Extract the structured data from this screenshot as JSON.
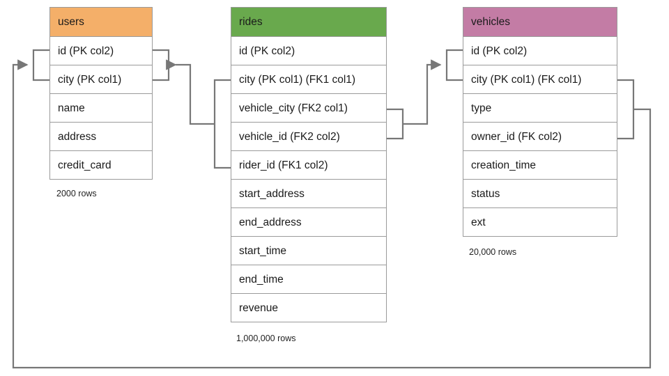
{
  "diagram": {
    "kind": "entity-relationship-diagram",
    "colors": {
      "users_header": "#f4af69",
      "rides_header": "#69a94d",
      "vehicles_header": "#c37ca5",
      "table_border": "#9a9a9a",
      "connector": "#777777",
      "text": "#1a1a1a",
      "background": "#ffffff"
    },
    "tables": [
      {
        "id": "users",
        "title": "users",
        "header_color": "#f4af69",
        "row_count_label": "2000 rows",
        "columns": [
          {
            "label": "id (PK col2)"
          },
          {
            "label": "city (PK col1)"
          },
          {
            "label": "name"
          },
          {
            "label": "address"
          },
          {
            "label": "credit_card"
          }
        ]
      },
      {
        "id": "rides",
        "title": "rides",
        "header_color": "#69a94d",
        "row_count_label": "1,000,000 rows",
        "columns": [
          {
            "label": "id (PK col2)"
          },
          {
            "label": "city (PK col1) (FK1 col1)"
          },
          {
            "label": "vehicle_city (FK2 col1)"
          },
          {
            "label": "vehicle_id (FK2 col2)"
          },
          {
            "label": "rider_id (FK1 col2)"
          },
          {
            "label": "start_address"
          },
          {
            "label": "end_address"
          },
          {
            "label": "start_time"
          },
          {
            "label": "end_time"
          },
          {
            "label": "revenue"
          }
        ]
      },
      {
        "id": "vehicles",
        "title": "vehicles",
        "header_color": "#c37ca5",
        "row_count_label": "20,000 rows",
        "columns": [
          {
            "label": "id (PK col2)"
          },
          {
            "label": "city (PK col1) (FK col1)"
          },
          {
            "label": "type"
          },
          {
            "label": "owner_id (FK col2)"
          },
          {
            "label": "creation_time"
          },
          {
            "label": "status"
          },
          {
            "label": "ext"
          }
        ]
      }
    ],
    "relationships": [
      {
        "name": "rides-fk1-to-users",
        "from_table": "rides",
        "from_columns": [
          "city (PK col1) (FK1 col1)",
          "rider_id (FK1 col2)"
        ],
        "to_table": "users",
        "to_columns": [
          "id (PK col2)",
          "city (PK col1)"
        ],
        "arrow_direction": "left"
      },
      {
        "name": "rides-fk2-to-vehicles",
        "from_table": "rides",
        "from_columns": [
          "vehicle_city (FK2 col1)",
          "vehicle_id (FK2 col2)"
        ],
        "to_table": "vehicles",
        "to_columns": [
          "id (PK col2)",
          "city (PK col1) (FK col1)"
        ],
        "arrow_direction": "right"
      },
      {
        "name": "vehicles-fk-to-users",
        "from_table": "vehicles",
        "from_columns": [
          "city (PK col1) (FK col1)",
          "owner_id (FK col2)"
        ],
        "to_table": "users",
        "to_columns": [
          "id (PK col2)",
          "city (PK col1)"
        ],
        "arrow_direction": "right"
      }
    ]
  }
}
